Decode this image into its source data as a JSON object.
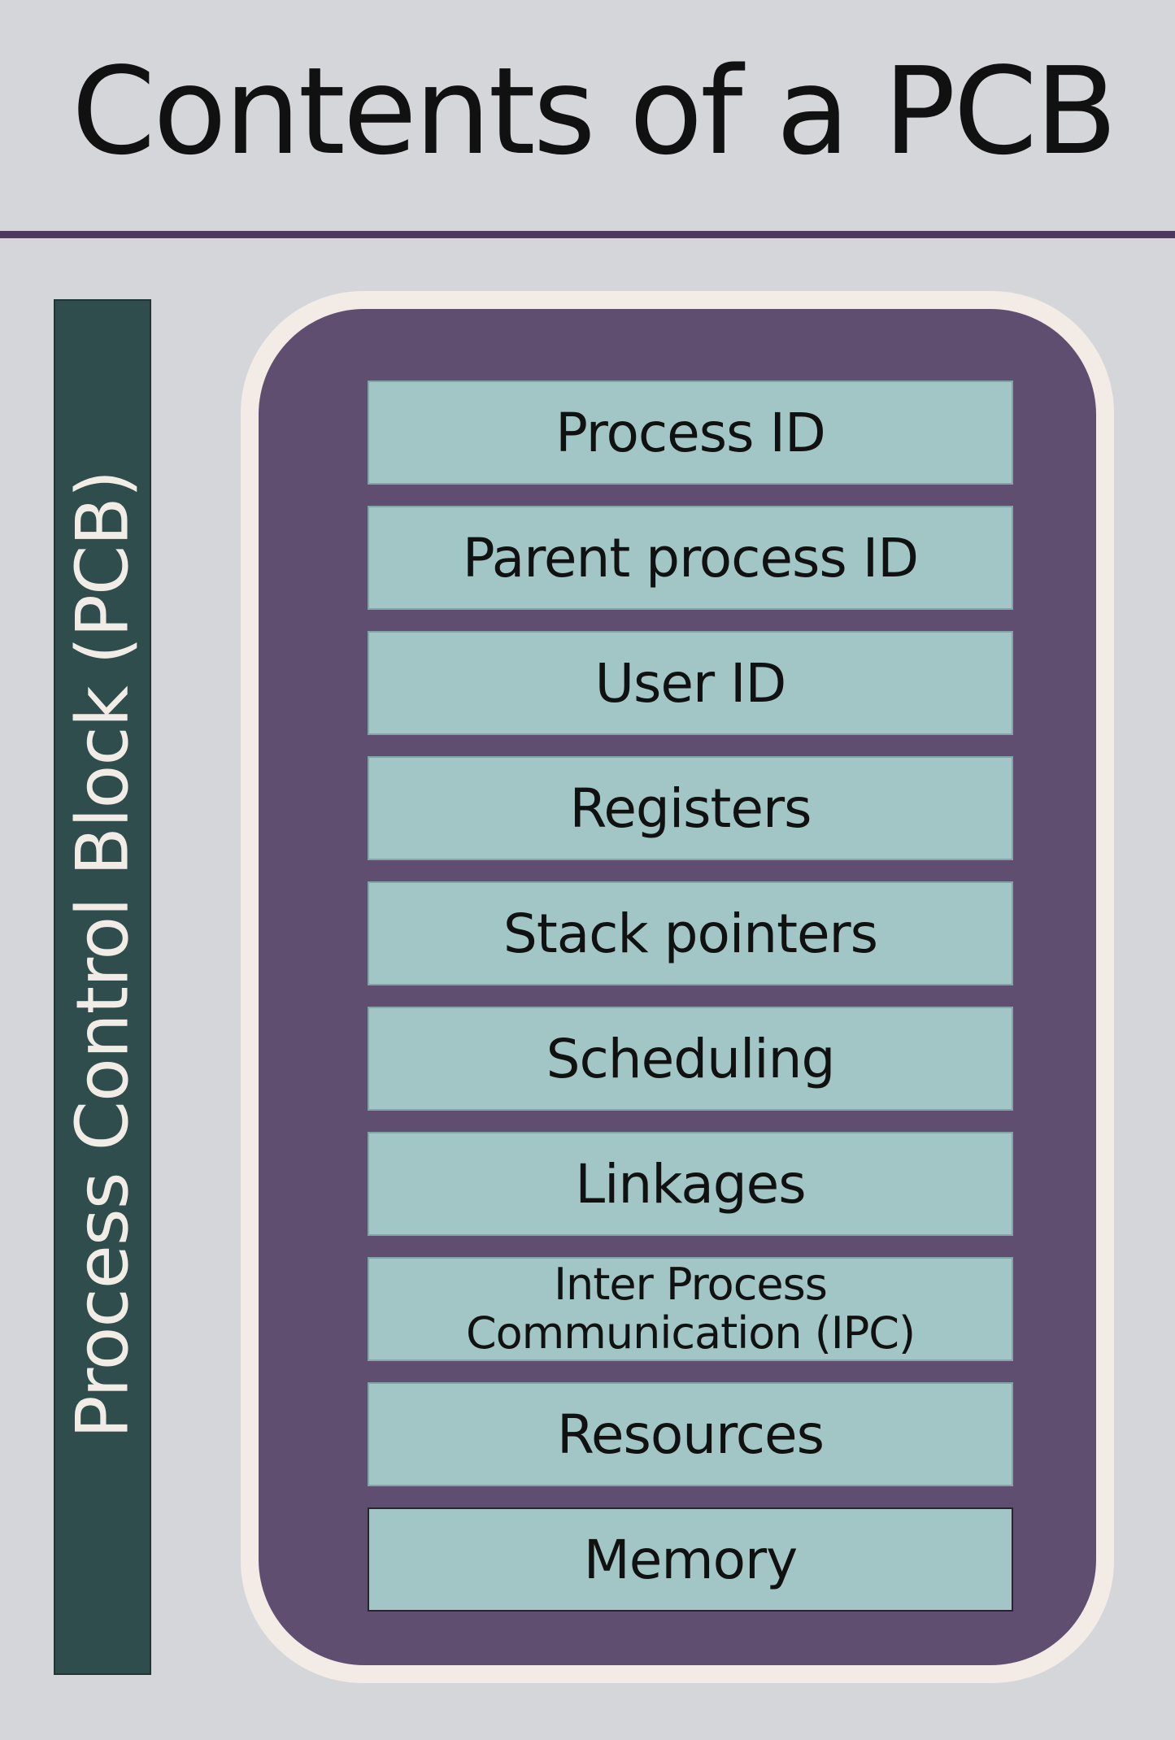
{
  "title": "Contents of a PCB",
  "side_label": "Process Control Block (PCB)",
  "fields": [
    "Process ID",
    "Parent process ID",
    "User ID",
    "Registers",
    "Stack pointers",
    "Scheduling",
    "Linkages",
    "Inter Process Communication (IPC)",
    "Resources",
    "Memory"
  ],
  "colors": {
    "background": "#d5d6da",
    "title_rule": "#4b3a5e",
    "side_bar": "#2e4d4c",
    "container_outer": "#f3ebe5",
    "container_inner": "#5f4e70",
    "field_fill": "#a2c6c6"
  }
}
